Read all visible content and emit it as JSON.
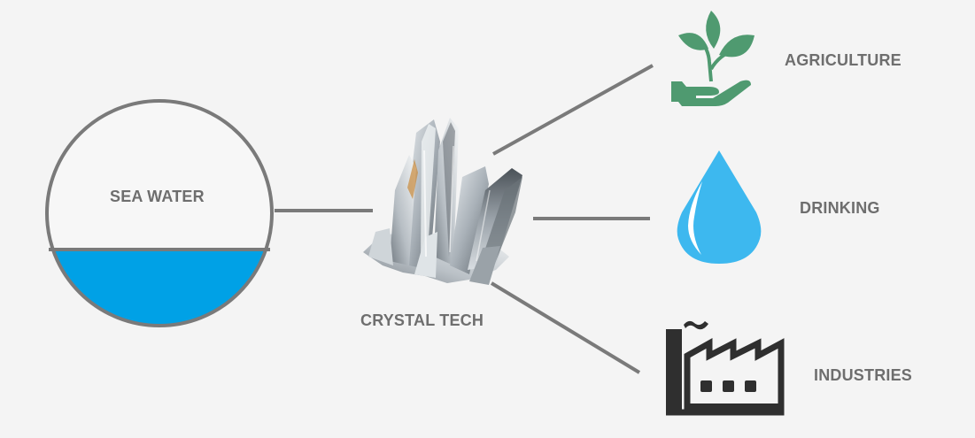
{
  "diagram": {
    "source_label": "SEA WATER",
    "process_label": "CRYSTAL TECH",
    "outputs": [
      {
        "label": "AGRICULTURE",
        "icon": "plant-in-hand-icon",
        "color": "#4f9a70"
      },
      {
        "label": "DRINKING",
        "icon": "water-drop-icon",
        "color": "#3db8ef"
      },
      {
        "label": "INDUSTRIES",
        "icon": "factory-icon",
        "color": "#2f2f2f"
      }
    ],
    "colors": {
      "background": "#f4f4f4",
      "connector": "#7a7a7a",
      "sea_water": "#00a1e6",
      "text": "#6e6e6e"
    }
  }
}
